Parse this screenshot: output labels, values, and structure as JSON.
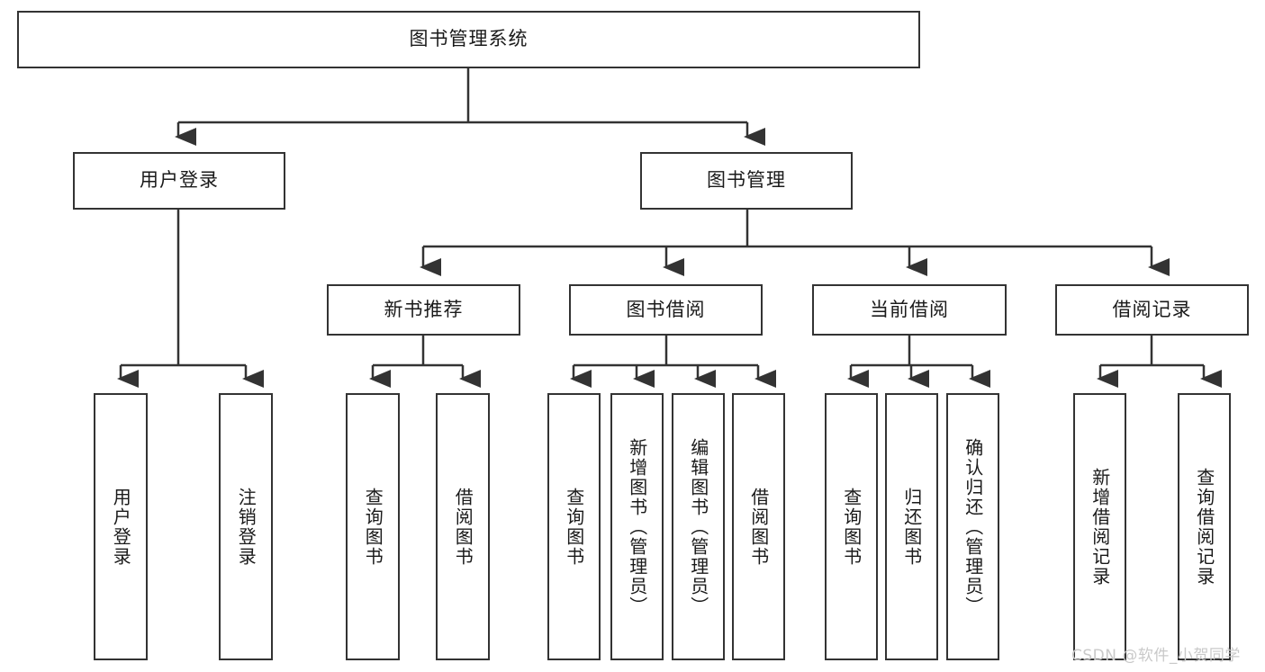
{
  "diagram": {
    "title": "图书管理系统",
    "watermark": "CSDN @软件_小贺同学",
    "colors": {
      "box_border": "#333333",
      "box_fill": "#ffffff",
      "edge": "#333333",
      "background": "#ffffff",
      "watermark": "#c9c9c9"
    },
    "root": {
      "label": "图书管理系统"
    },
    "level2": [
      {
        "label": "用户登录"
      },
      {
        "label": "图书管理"
      }
    ],
    "level3": [
      {
        "label": "新书推荐"
      },
      {
        "label": "图书借阅"
      },
      {
        "label": "当前借阅"
      },
      {
        "label": "借阅记录"
      }
    ],
    "leaves": {
      "user_login": [
        {
          "label": "用户登录"
        },
        {
          "label": "注销登录"
        }
      ],
      "new_book_recommend": [
        {
          "label": "查询图书"
        },
        {
          "label": "借阅图书"
        }
      ],
      "book_borrow": [
        {
          "label": "查询图书"
        },
        {
          "label": "新增图书（管理员）"
        },
        {
          "label": "编辑图书（管理员）"
        },
        {
          "label": "借阅图书"
        }
      ],
      "current_borrow": [
        {
          "label": "查询图书"
        },
        {
          "label": "归还图书"
        },
        {
          "label": "确认归还（管理员）"
        }
      ],
      "borrow_record": [
        {
          "label": "新增借阅记录"
        },
        {
          "label": "查询借阅记录"
        }
      ]
    }
  }
}
